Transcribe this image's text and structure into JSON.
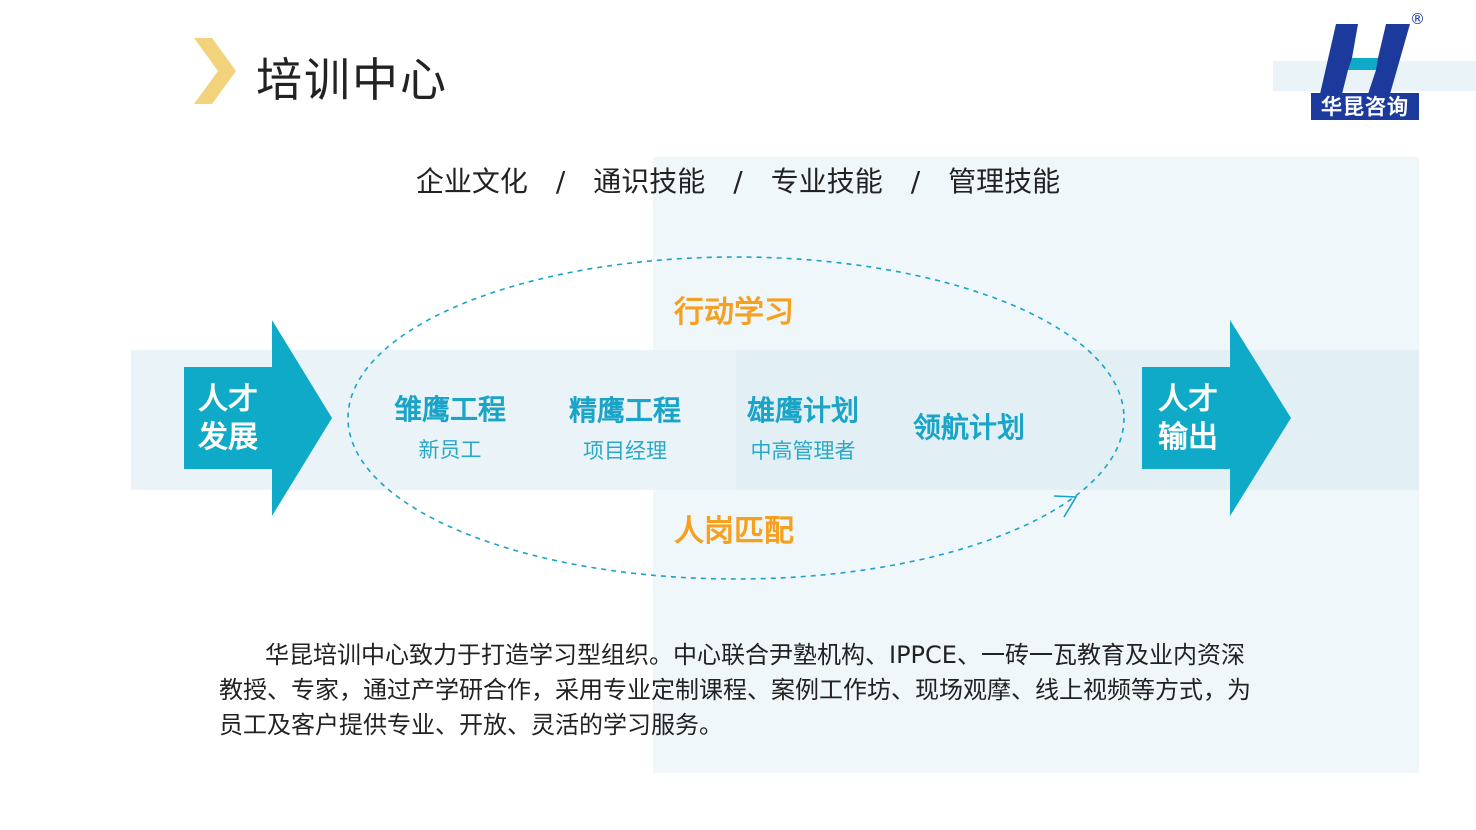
{
  "header": {
    "title": "培训中心"
  },
  "logo": {
    "name": "华昆咨询",
    "registered_mark": "®"
  },
  "subjects": [
    "企业文化",
    "通识技能",
    "专业技能",
    "管理技能"
  ],
  "separator": "/",
  "flow": {
    "input_label_line1": "人才",
    "input_label_line2": "发展",
    "output_label_line1": "人才",
    "output_label_line2": "输出",
    "top_label": "行动学习",
    "bottom_label": "人岗匹配",
    "stages": [
      {
        "title": "雏鹰工程",
        "subtitle": "新员工"
      },
      {
        "title": "精鹰工程",
        "subtitle": "项目经理"
      },
      {
        "title": "雄鹰计划",
        "subtitle": "中高管理者"
      },
      {
        "title": "领航计划",
        "subtitle": ""
      }
    ]
  },
  "description": {
    "line1": "华昆培训中心致力于打造学习型组织。中心联合尹塾机构、IPPCE、一砖一瓦教育及业内资深",
    "line2": "教授、专家，通过产学研合作，采用专业定制课程、案例工作坊、现场观摩、线上视频等方式，为",
    "line3": "员工及客户提供专业、开放、灵活的学习服务。"
  },
  "colors": {
    "accent_teal": "#10aac9",
    "accent_orange": "#f5a01e",
    "chevron_yellow": "#f2d27a",
    "logo_blue": "#1b3a9c"
  }
}
